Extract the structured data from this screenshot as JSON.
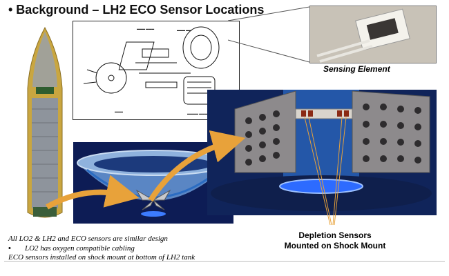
{
  "slide": {
    "title": "• Background – LH2 ECO Sensor Locations",
    "captions": {
      "sensing_element": "Sensing Element",
      "depletion_line1": "Depletion Sensors",
      "depletion_line2": "Mounted on Shock Mount"
    },
    "notes": {
      "line1": "All LO2 & LH2 and ECO sensors are similar design",
      "line2_bullet": "•",
      "line2": "LO2 has oxygen compatible cabling",
      "line3": "ECO sensors installed on shock mount at bottom of LH2 tank"
    },
    "colors": {
      "arrow": "#e8a23a",
      "tank_gold": "#c9a640",
      "ring_blue": "#2b6cc2",
      "dark_blue": "#0e1f5b"
    }
  }
}
